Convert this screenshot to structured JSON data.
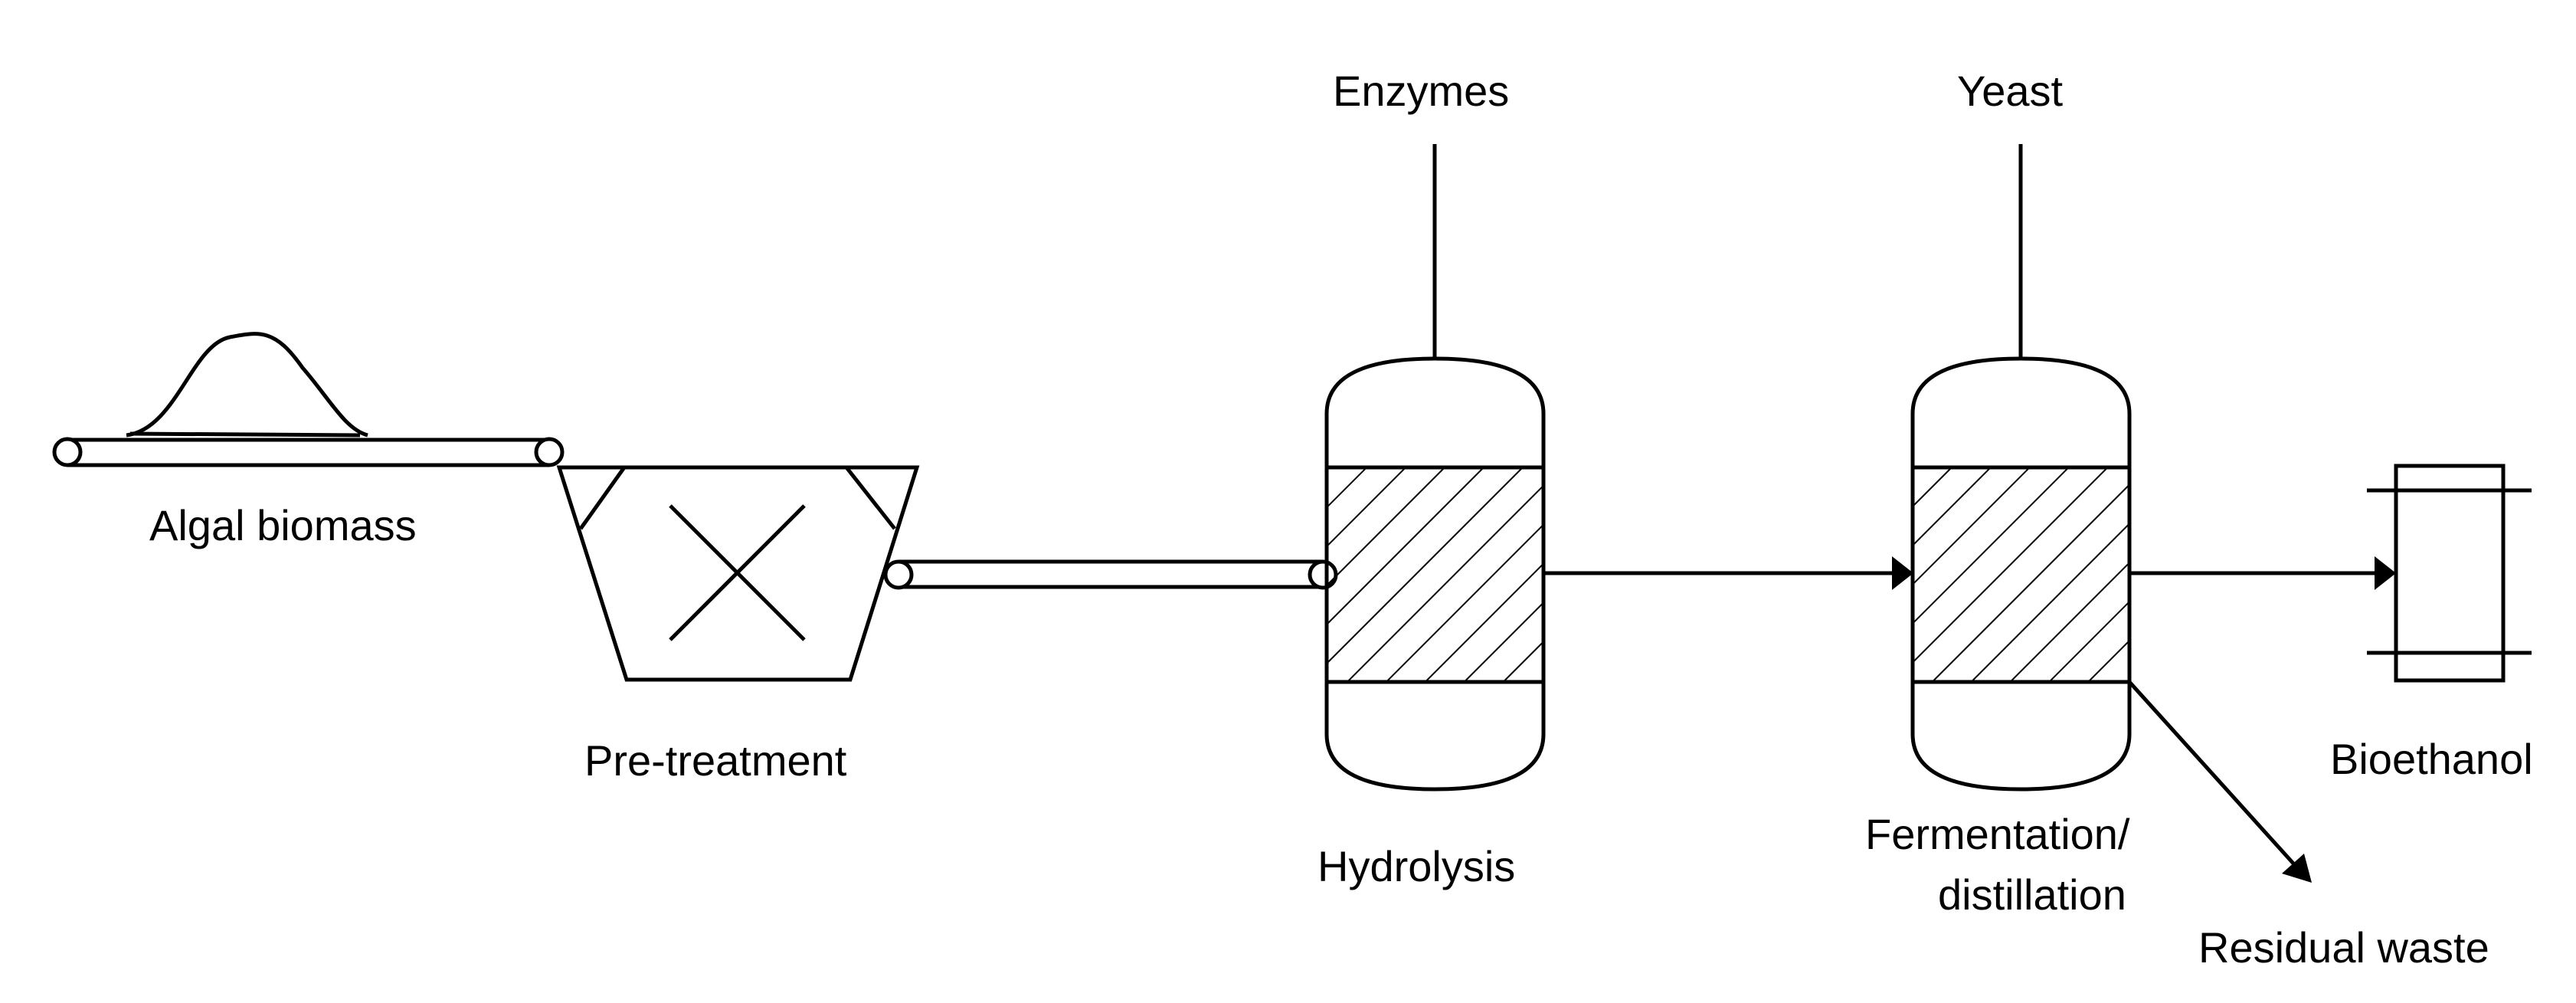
{
  "diagram": {
    "labels": {
      "algal_biomass": "Algal biomass",
      "pre_treatment": "Pre-treatment",
      "enzymes": "Enzymes",
      "hydrolysis": "Hydrolysis",
      "yeast": "Yeast",
      "fermentation_line1": "Fermentation/",
      "fermentation_line2": "distillation",
      "bioethanol": "Bioethanol",
      "residual_waste": "Residual waste"
    },
    "colors": {
      "stroke": "#000000",
      "background": "#ffffff"
    }
  }
}
